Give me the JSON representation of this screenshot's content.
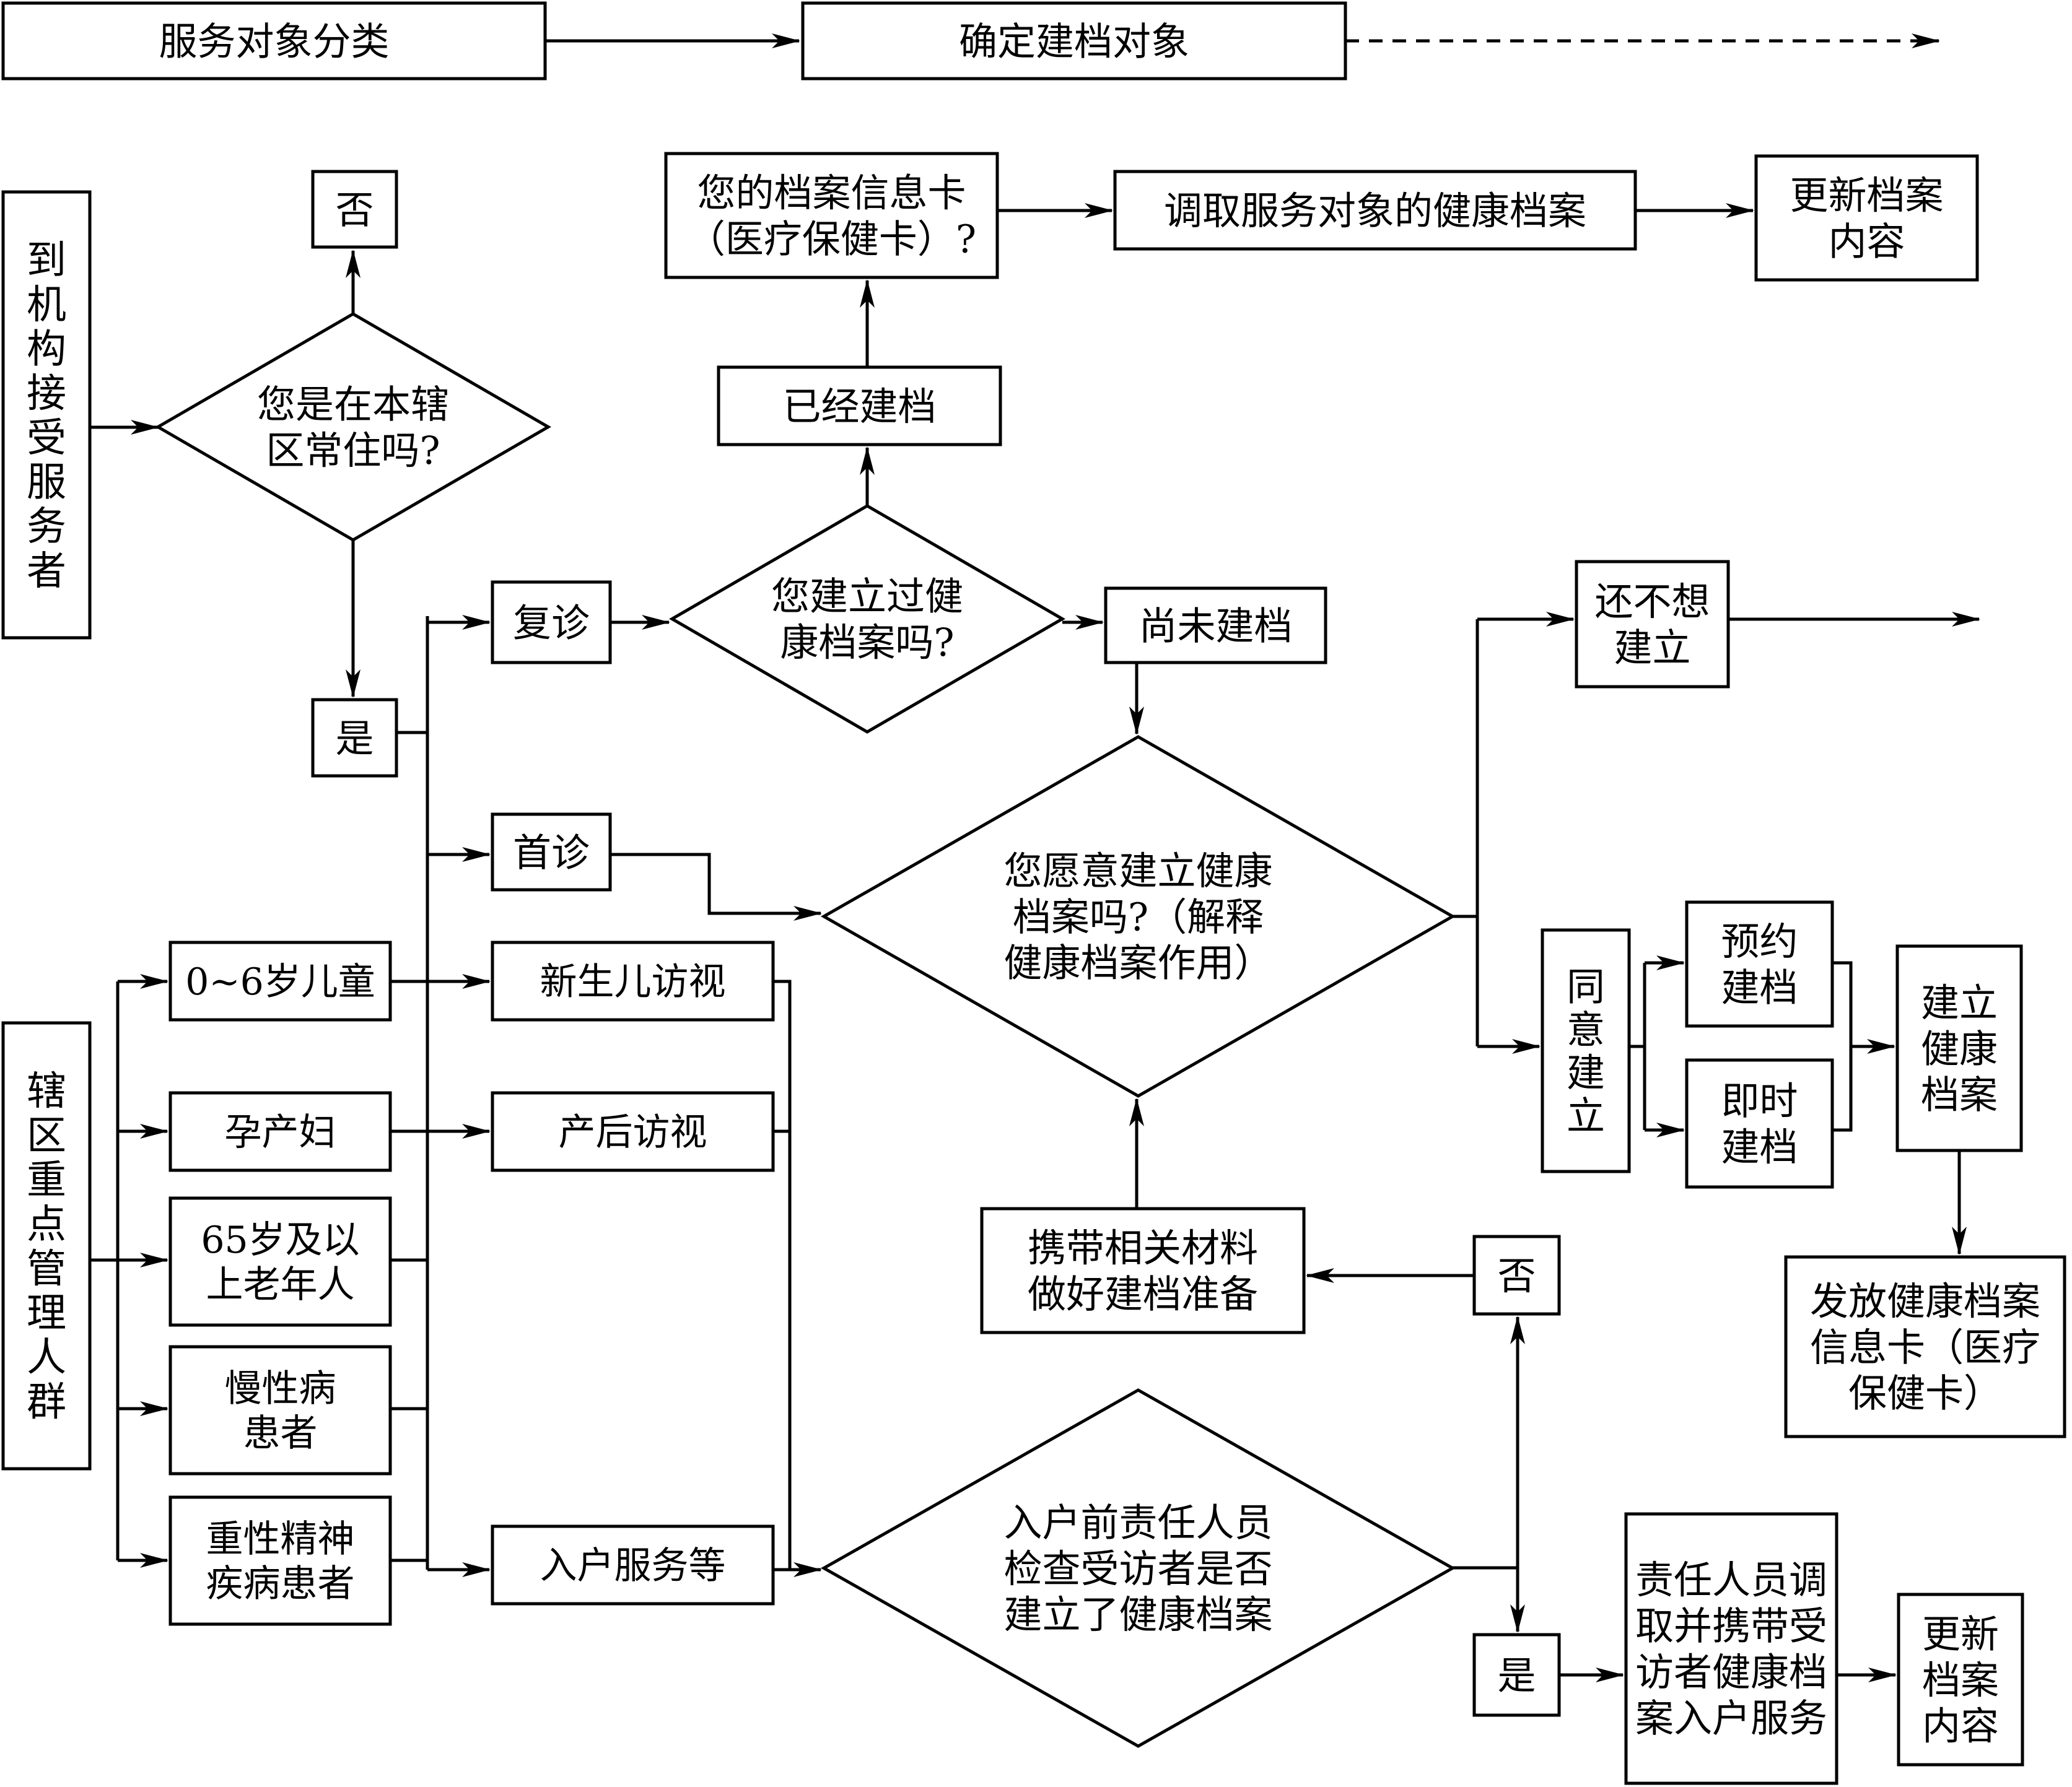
{
  "header": {
    "stage1": "服务对象分类",
    "stage2": "确定建档对象"
  },
  "nodes": {
    "arrive": "到机构接受服务者",
    "q_resident": "您是在本辖区常住吗?",
    "no_top": "否",
    "yes_left": "是",
    "followup": "复诊",
    "first_visit": "首诊",
    "q_has_record": "您建立过健康档案吗?",
    "already": "已经建档",
    "card_q": "您的档案信息卡（医疗保健卡）?",
    "retrieve": "调取服务对象的健康档案",
    "update_top": "更新档案内容",
    "not_yet": "尚未建档",
    "q_willing": "您愿意建立健康档案吗?（解释健康档案作用）",
    "dont_want": "还不想建立",
    "agree": "同意建立",
    "appoint": "预约建档",
    "immediate": "即时建档",
    "establish": "建立健康档案",
    "issue_card": "发放健康档案信息卡（医疗保健卡）",
    "key_groups": "辖区重点管理人群",
    "child": "0~6岁儿童",
    "pregnant": "孕产妇",
    "elderly": "65岁及以上老年人",
    "chronic": "慢性病患者",
    "mental": "重性精神疾病患者",
    "newborn": "新生儿访视",
    "postpartum": "产后访视",
    "home_service": "入户服务等",
    "q_home_check": "入户前责任人员检查受访者是否建立了健康档案",
    "no_bottom": "否",
    "yes_bottom": "是",
    "carry": "携带相关材料做好建档准备",
    "staff_retrieve": "责任人员调取并携带受访者健康档案入户服务",
    "update_bottom": "更新档案内容"
  }
}
